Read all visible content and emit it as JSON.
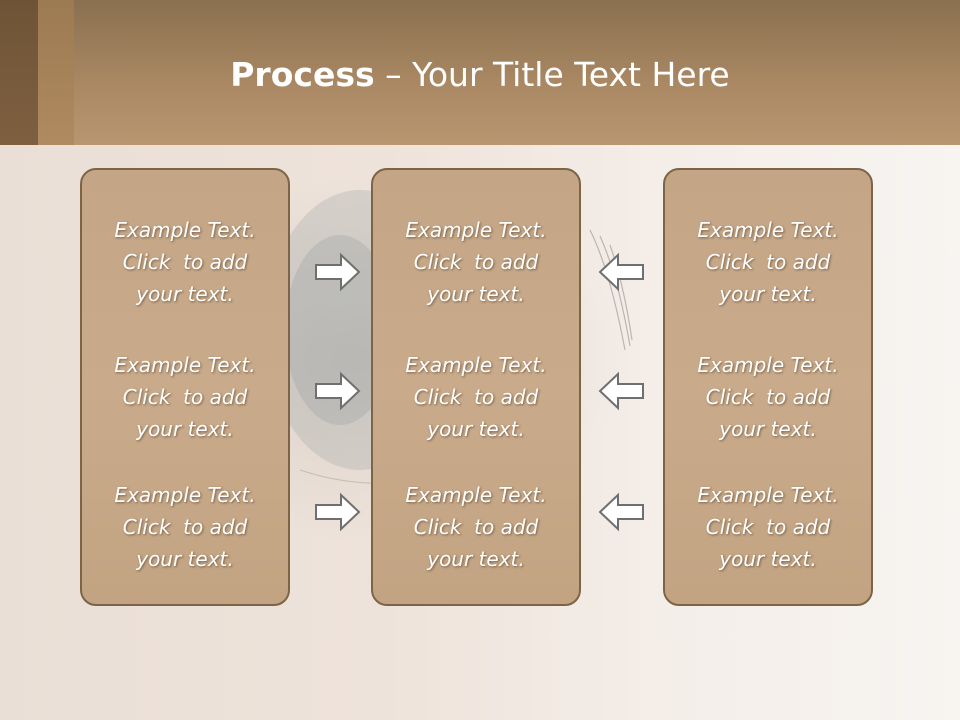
{
  "title": {
    "bold": "Process",
    "rest": " – Your Title Text Here"
  },
  "panels": {
    "left": [
      {
        "line1": "Example Text.",
        "line2": "Click  to add",
        "line3": "your text."
      },
      {
        "line1": "Example Text.",
        "line2": "Click  to add",
        "line3": "your text."
      },
      {
        "line1": "Example Text.",
        "line2": "Click  to add",
        "line3": "your text."
      }
    ],
    "center": [
      {
        "line1": "Example Text.",
        "line2": "Click  to add",
        "line3": "your text."
      },
      {
        "line1": "Example Text.",
        "line2": "Click  to add",
        "line3": "your text."
      },
      {
        "line1": "Example Text.",
        "line2": "Click  to add",
        "line3": "your text."
      }
    ],
    "right": [
      {
        "line1": "Example Text.",
        "line2": "Click  to add",
        "line3": "your text."
      },
      {
        "line1": "Example Text.",
        "line2": "Click  to add",
        "line3": "your text."
      },
      {
        "line1": "Example Text.",
        "line2": "Click  to add",
        "line3": "your text."
      }
    ]
  },
  "arrows": {
    "left_to_center": [
      "right-arrow-icon",
      "right-arrow-icon",
      "right-arrow-icon"
    ],
    "right_to_center": [
      "left-arrow-icon",
      "left-arrow-icon",
      "left-arrow-icon"
    ]
  },
  "colors": {
    "header": "#a88762",
    "panel_fill": "#c6a888",
    "panel_border": "#7d6447",
    "arrow_stroke": "#6f6f6f",
    "text": "#ffffff"
  }
}
